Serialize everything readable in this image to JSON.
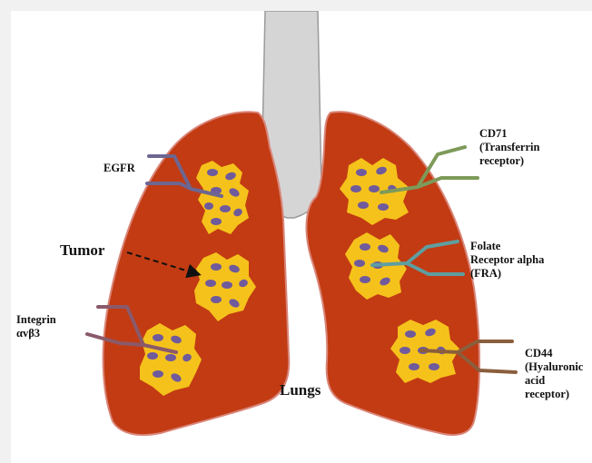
{
  "diagram": {
    "center_label": "Lungs",
    "tumor_label": "Tumor",
    "receptors": {
      "egfr": "EGFR",
      "integrin": [
        "Integrin",
        "αvβ3"
      ],
      "cd71": [
        "CD71",
        "(Transferrin",
        "receptor)"
      ],
      "folate": [
        "Folate",
        "Receptor alpha",
        "(FRA)"
      ],
      "cd44": [
        "CD44",
        "(Hyaluronic",
        "acid",
        "receptor)"
      ]
    },
    "colors": {
      "lung": "#c23b13",
      "lung_outline": "#d98578",
      "trachea": "#d5d5d5",
      "tumor": "#f5c21b",
      "cell_nucleus": "#6f5a9c",
      "egfr_receptor": "#6d6690",
      "integrin_receptor": "#8a5a6a",
      "cd71_receptor": "#7d9a5a",
      "folate_receptor": "#5f9ea0",
      "cd44_receptor": "#8b5e3c"
    }
  }
}
